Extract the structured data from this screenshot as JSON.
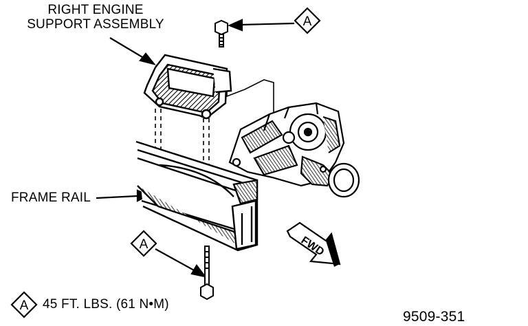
{
  "labels": {
    "support_line1": "RIGHT ENGINE",
    "support_line2": "SUPPORT ASSEMBLY",
    "frame_rail": "FRAME RAIL",
    "callout_letter": "A",
    "fwd": "FWD",
    "torque_spec": "45 FT. LBS. (61 N•M)",
    "figure_number": "9509-351"
  }
}
